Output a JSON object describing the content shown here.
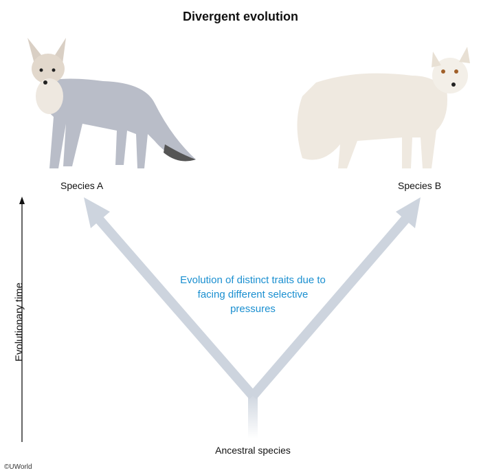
{
  "title": "Divergent evolution",
  "species_a": "Species A",
  "species_b": "Species B",
  "ancestral": "Ancestral species",
  "note": "Evolution of distinct traits due to facing different selective pressures",
  "axis_label": "Evolutionary time",
  "copyright": "©UWorld",
  "colors": {
    "arrow": "#cdd4de",
    "note": "#1a8fd0"
  }
}
